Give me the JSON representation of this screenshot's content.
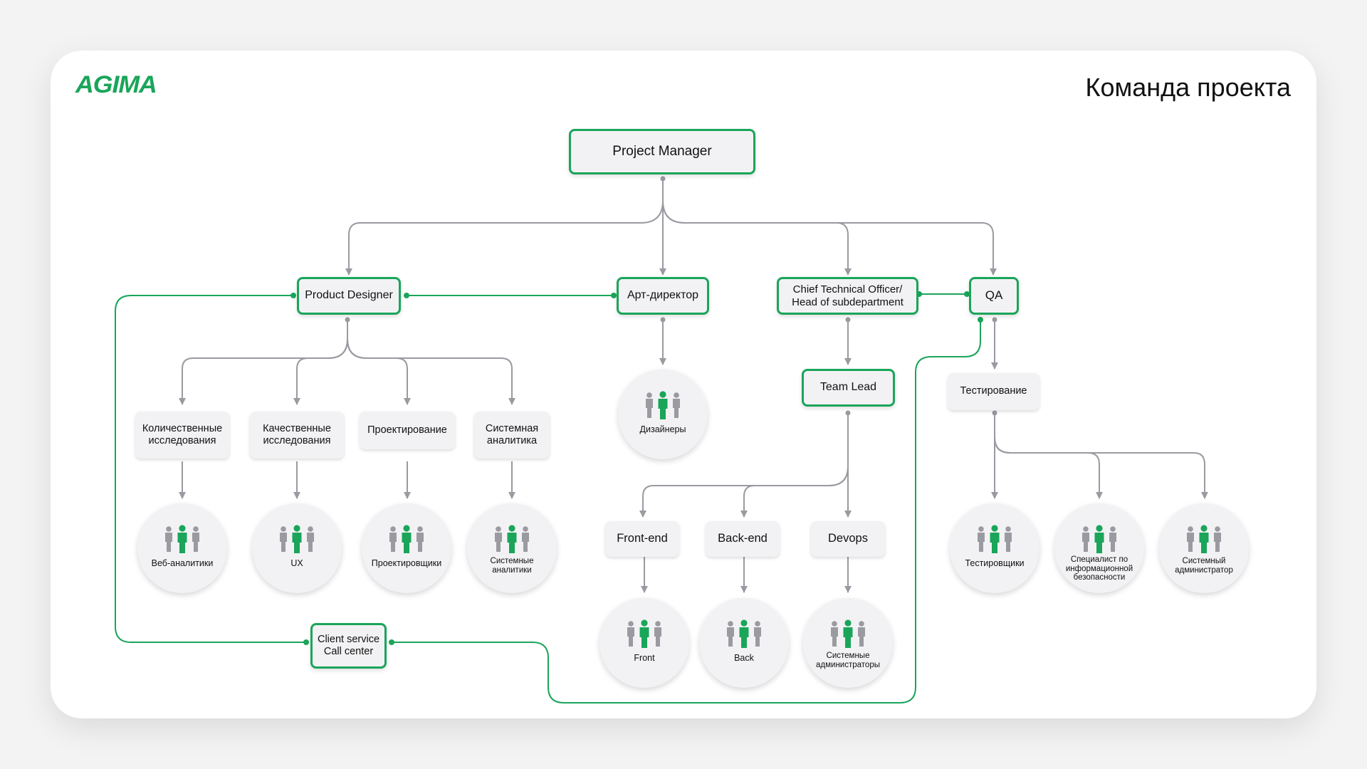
{
  "brand": {
    "logo_text": "AGIMA",
    "accent_color": "#1aa55a"
  },
  "slide": {
    "title": "Команда проекта"
  },
  "roles": {
    "project_manager": "Project Manager",
    "product_designer": "Product Designer",
    "art_director": "Арт-директор",
    "cto_line1": "Chief Technical Officer/",
    "cto_line2": "Head of subdepartment",
    "qa": "QA",
    "team_lead": "Team Lead",
    "client_service_line1": "Client service",
    "client_service_line2": "Call center"
  },
  "functions": {
    "quant_line1": "Количественные",
    "quant_line2": "исследования",
    "qual_line1": "Качественные",
    "qual_line2": "исследования",
    "design_proj": "Проектирование",
    "sys_line1": "Системная",
    "sys_line2": "аналитика",
    "frontend": "Front-end",
    "backend": "Back-end",
    "devops": "Devops",
    "testing": "Тестирование"
  },
  "teams": {
    "designers": "Дизайнеры",
    "web_analysts": "Веб-аналитики",
    "ux": "UX",
    "architects": "Проектировщики",
    "sys_analysts_line1": "Системные",
    "sys_analysts_line2": "аналитики",
    "front": "Front",
    "back": "Back",
    "sysadmins_line1": "Системные",
    "sysadmins_line2": "администраторы",
    "testers": "Тестировщики",
    "infosec_line1": "Специалист по",
    "infosec_line2": "информационной",
    "infosec_line3": "безопасности",
    "sysadmin_line1": "Системный",
    "sysadmin_line2": "администратор"
  },
  "icons": {
    "team": "people-group-icon"
  }
}
